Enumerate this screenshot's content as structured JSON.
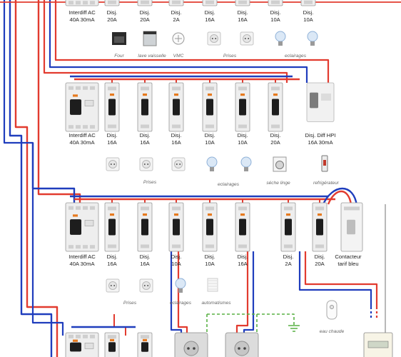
{
  "colors": {
    "phase": "#e23b2f",
    "neutral": "#1f3dbd",
    "earth": "#58b044",
    "module_body": "#eeeeee",
    "module_edge": "#9a9a9a",
    "caption": "#666666"
  },
  "rows": [
    {
      "modules": [
        {
          "kind": "rcd",
          "label": [
            "Interdiff AC",
            "40A 30mA"
          ]
        },
        {
          "kind": "breaker",
          "label": [
            "Disj.",
            "20A"
          ]
        },
        {
          "kind": "breaker",
          "label": [
            "Disj.",
            "20A"
          ]
        },
        {
          "kind": "breaker",
          "label": [
            "Disj.",
            "2A"
          ]
        },
        {
          "kind": "breaker",
          "label": [
            "Disj.",
            "16A"
          ]
        },
        {
          "kind": "breaker",
          "label": [
            "Disj.",
            "16A"
          ]
        },
        {
          "kind": "breaker",
          "label": [
            "Disj.",
            "10A"
          ]
        },
        {
          "kind": "breaker",
          "label": [
            "Disj.",
            "10A"
          ]
        }
      ],
      "appliances": [
        {
          "icon": "oven-icon",
          "name": "Four"
        },
        {
          "icon": "dishwasher-icon",
          "name": "lave vaisselle"
        },
        {
          "icon": "vmc-icon",
          "name": "VMC"
        },
        {
          "icon": "socket-icon",
          "name": ""
        },
        {
          "icon": "socket-icon",
          "name": ""
        },
        {
          "icon": "bulb-icon",
          "name": ""
        },
        {
          "icon": "bulb-icon",
          "name": ""
        }
      ],
      "group_captions": [
        "Prises",
        "eclairages"
      ]
    },
    {
      "modules": [
        {
          "kind": "rcd",
          "label": [
            "Interdiff AC",
            "40A 30mA"
          ]
        },
        {
          "kind": "breaker",
          "label": [
            "Disj.",
            "16A"
          ]
        },
        {
          "kind": "breaker",
          "label": [
            "Disj.",
            "16A"
          ]
        },
        {
          "kind": "breaker",
          "label": [
            "Disj.",
            "16A"
          ]
        },
        {
          "kind": "breaker",
          "label": [
            "Disj.",
            "10A"
          ]
        },
        {
          "kind": "breaker",
          "label": [
            "Disj.",
            "10A"
          ]
        },
        {
          "kind": "breaker",
          "label": [
            "Disj.",
            "20A"
          ]
        },
        {
          "kind": "rcbo",
          "label": [
            "Disj. Diff HPI",
            "16A 30mA"
          ]
        }
      ],
      "appliances": [
        {
          "icon": "socket-icon",
          "name": ""
        },
        {
          "icon": "socket-icon",
          "name": ""
        },
        {
          "icon": "socket-icon",
          "name": ""
        },
        {
          "icon": "bulb-icon",
          "name": ""
        },
        {
          "icon": "bulb-icon",
          "name": ""
        },
        {
          "icon": "dryer-icon",
          "name": "séche linge"
        },
        {
          "icon": "fridge-icon",
          "name": "refrigérateur"
        }
      ],
      "group_captions": [
        "Prises",
        "eclairages"
      ]
    },
    {
      "modules": [
        {
          "kind": "rcd",
          "label": [
            "Interdiff AC",
            "40A 30mA"
          ]
        },
        {
          "kind": "breaker",
          "label": [
            "Disj.",
            "16A"
          ]
        },
        {
          "kind": "breaker",
          "label": [
            "Disj.",
            "16A"
          ]
        },
        {
          "kind": "breaker",
          "label": [
            "Disj.",
            "10A"
          ]
        },
        {
          "kind": "breaker",
          "label": [
            "Disj.",
            "10A"
          ]
        },
        {
          "kind": "breaker",
          "label": [
            "Disj.",
            "16A"
          ]
        },
        {
          "kind": "breaker",
          "label": [
            "Disj.",
            "2A"
          ]
        },
        {
          "kind": "breaker",
          "label": [
            "Disj.",
            "20A"
          ]
        },
        {
          "kind": "contactor",
          "label": [
            "Contacteur",
            "tarif bleu"
          ]
        }
      ],
      "appliances": [
        {
          "icon": "socket-icon",
          "name": ""
        },
        {
          "icon": "socket-icon",
          "name": ""
        },
        {
          "icon": "bulb-icon",
          "name": "eclairages"
        },
        {
          "icon": "blind-icon",
          "name": "automatismes"
        }
      ],
      "group_captions": [
        "Prises"
      ],
      "extras": [
        "eau chaude"
      ]
    },
    {
      "modules": [
        {
          "kind": "rcd",
          "label": []
        },
        {
          "kind": "breaker",
          "label": []
        },
        {
          "kind": "breaker",
          "label": []
        },
        {
          "kind": "socket_module",
          "label": []
        },
        {
          "kind": "socket_module",
          "label": []
        },
        {
          "kind": "meter",
          "label": []
        }
      ]
    }
  ]
}
